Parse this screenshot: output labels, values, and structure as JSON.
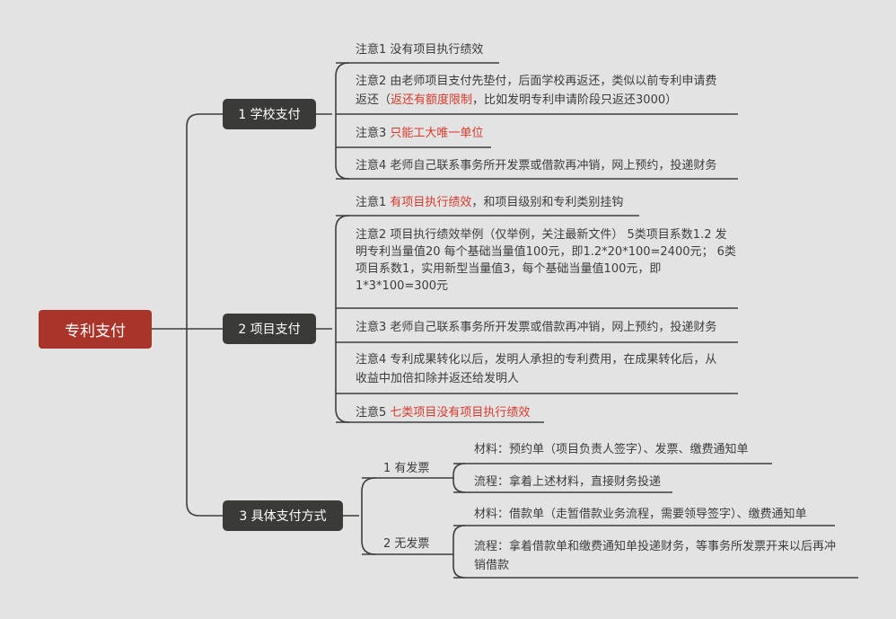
{
  "root": {
    "label": "专利支付"
  },
  "branches": [
    {
      "label": "1 学校支付",
      "notes": [
        {
          "prefix": "注意1 ",
          "text": "没有项目执行绩效"
        },
        {
          "prefix": "注意2 ",
          "line1": "由老师项目支付先垫付，后面学校再返还，类似以前专利申请费",
          "line2a": "返还（",
          "hl": "返还有额度限制",
          "line2b": "，比如发明专利申请阶段只返还3000）"
        },
        {
          "prefix": "注意3 ",
          "hl": "只能工大唯一单位"
        },
        {
          "prefix": "注意4 ",
          "text": "老师自己联系事务所开发票或借款再冲销，网上预约，投递财务"
        }
      ]
    },
    {
      "label": "2 项目支付",
      "notes": [
        {
          "prefix": "注意1 ",
          "hl": "有项目执行绩效",
          "rest": "，和项目级别和专利类别挂钩"
        },
        {
          "prefix": "注意2 ",
          "line1": "项目执行绩效举例（仅举例，关注最新文件） 5类项目系数1.2 发",
          "line2": "明专利当量值20 每个基础当量值100元，即1.2*20*100=2400元； 6类",
          "line3": "项目系数1，实用新型当量值3，每个基础当量值100元，即",
          "line4": "1*3*100=300元"
        },
        {
          "prefix": "注意3 ",
          "text": "老师自己联系事务所开发票或借款再冲销，网上预约，投递财务"
        },
        {
          "prefix": "注意4 ",
          "line1": "专利成果转化以后，发明人承担的专利费用，在成果转化后，从",
          "line2": "收益中加倍扣除并返还给发明人"
        },
        {
          "prefix": "注意5 ",
          "hl": "七类项目没有项目执行绩效"
        }
      ]
    },
    {
      "label": "3 具体支付方式",
      "groups": [
        {
          "label": "1 有发票",
          "items": [
            {
              "text": "材料：预约单（项目负责人签字）、发票、缴费通知单"
            },
            {
              "text": "流程：拿着上述材料，直接财务投递"
            }
          ]
        },
        {
          "label": "2 无发票",
          "items": [
            {
              "text": "材料：借款单（走暂借款业务流程，需要领导签字）、缴费通知单"
            },
            {
              "line1": "流程：拿着借款单和缴费通知单投递财务，等事务所发票开来以后再冲",
              "line2": "销借款"
            }
          ]
        }
      ]
    }
  ]
}
